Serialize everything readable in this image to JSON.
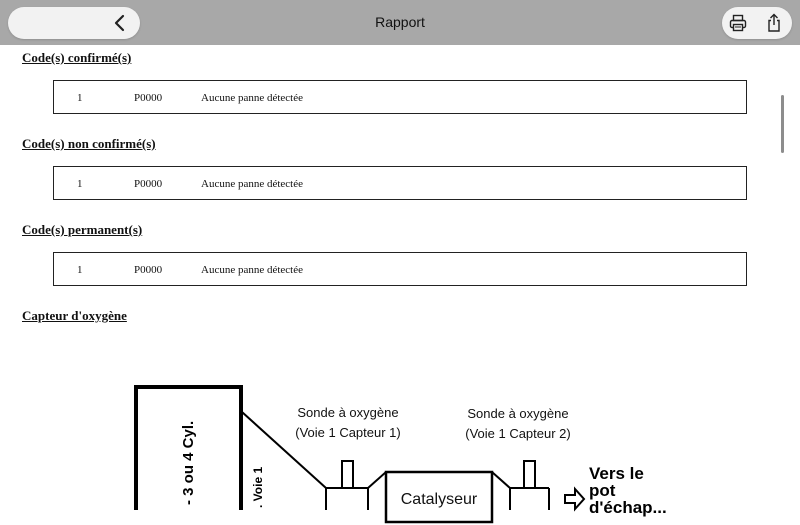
{
  "header": {
    "title": "Rapport"
  },
  "sections": [
    {
      "heading": "Code(s) confirmé(s)",
      "row": {
        "num": "1",
        "code": "P0000",
        "desc": "Aucune panne détectée"
      }
    },
    {
      "heading": "Code(s) non confirmé(s)",
      "row": {
        "num": "1",
        "code": "P0000",
        "desc": "Aucune panne détectée"
      }
    },
    {
      "heading": "Code(s) permanent(s)",
      "row": {
        "num": "1",
        "code": "P0000",
        "desc": "Aucune panne détectée"
      }
    }
  ],
  "oxygen": {
    "heading": "Capteur d'oxygène",
    "diagram": {
      "engine_label": "- 3 ou 4 Cyl.",
      "bank_label": ". Voie 1",
      "sensor1_line1": "Sonde à oxygène",
      "sensor1_line2": "(Voie 1 Capteur 1)",
      "sensor2_line1": "Sonde à oxygène",
      "sensor2_line2": "(Voie 1 Capteur 2)",
      "catalyst_label": "Catalyseur",
      "exhaust_line1": "Vers le",
      "exhaust_line2": "pot",
      "exhaust_line3": "d'échap..."
    }
  },
  "icons": {
    "back": "chevron-left-icon",
    "print": "printer-icon",
    "share": "share-icon"
  }
}
